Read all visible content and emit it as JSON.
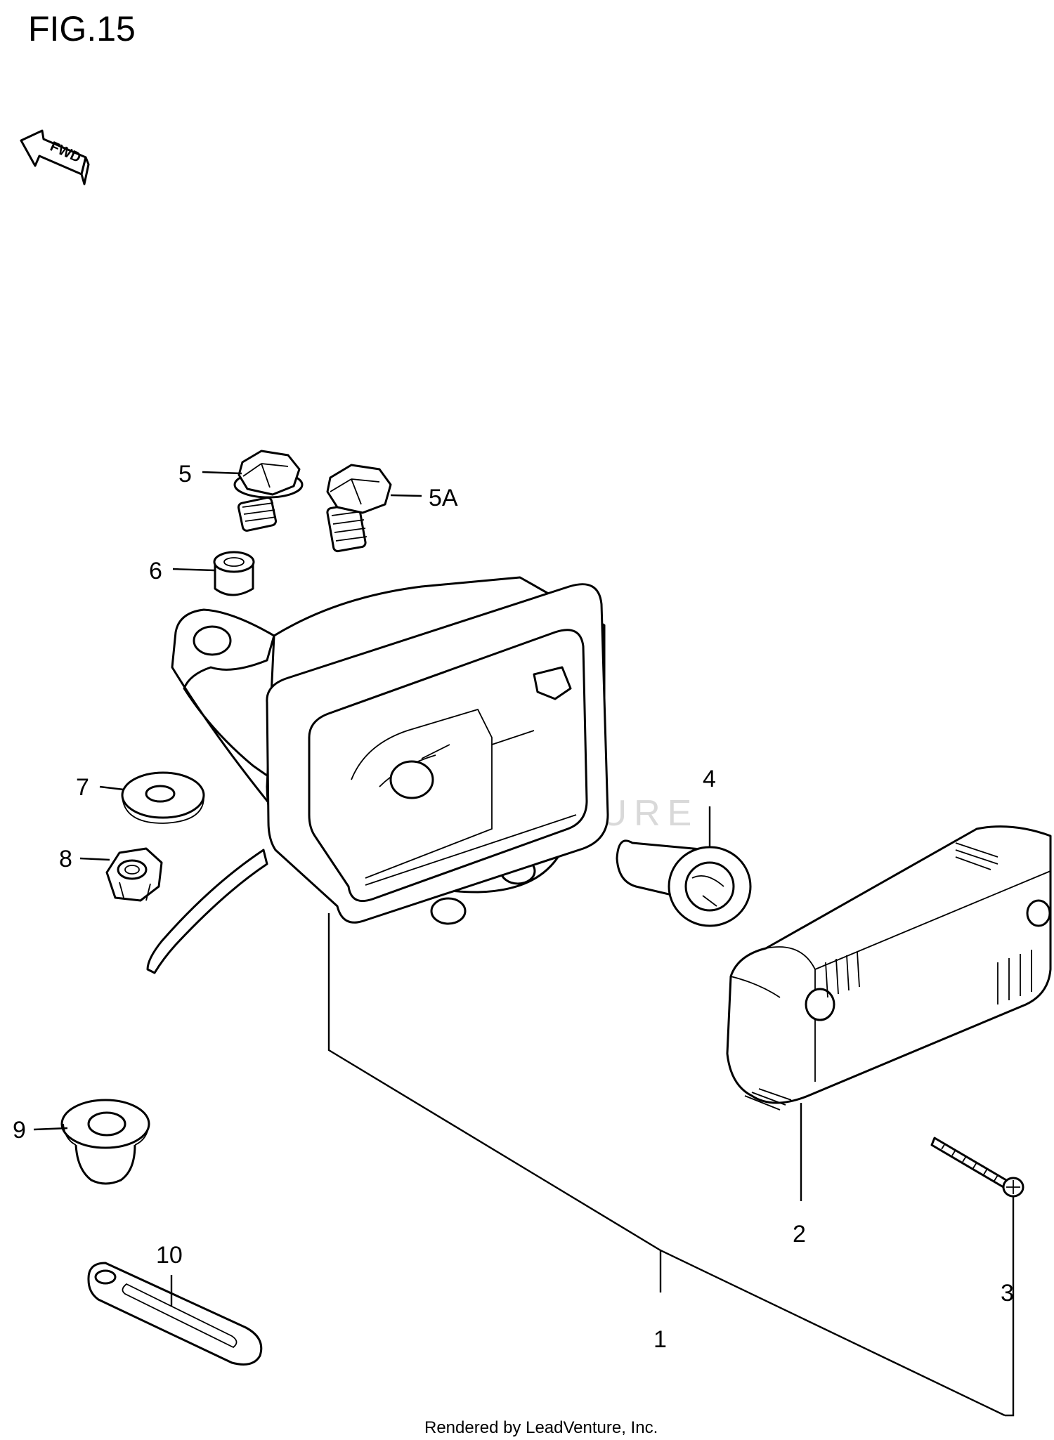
{
  "figure": {
    "title": "FIG.15",
    "fwd_label": "FWD",
    "watermark": "LEADVENTURE",
    "credit": "Rendered by LeadVenture, Inc."
  },
  "callouts": {
    "p1": "1",
    "p2": "2",
    "p3": "3",
    "p4": "4",
    "p5": "5",
    "p5a": "5A",
    "p6": "6",
    "p7": "7",
    "p8": "8",
    "p9": "9",
    "p10": "10"
  }
}
